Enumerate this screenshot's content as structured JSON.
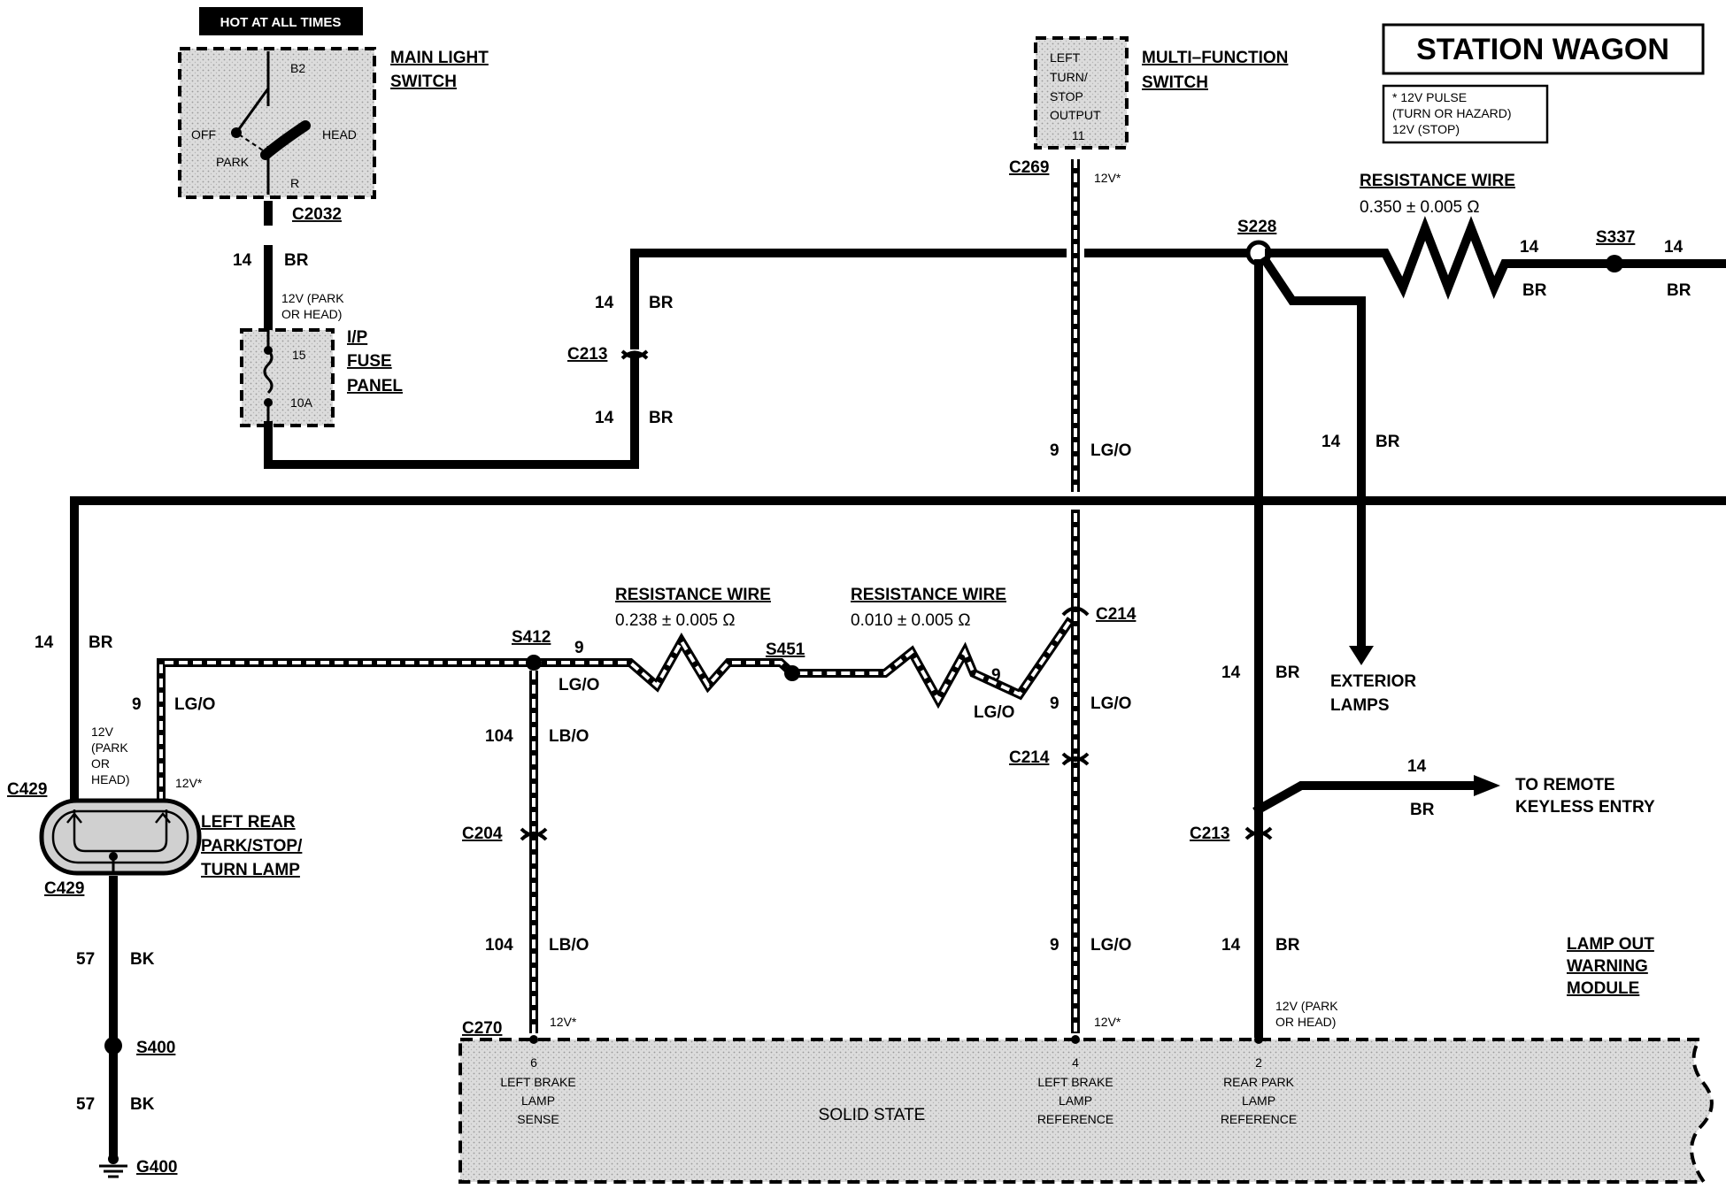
{
  "title": "STATION WAGON",
  "note": {
    "line1": "* 12V PULSE",
    "line2": "(TURN OR HAZARD)",
    "line3": "12V (STOP)"
  },
  "components": {
    "main_light_switch": {
      "header": "HOT AT ALL TIMES",
      "name_line1": "MAIN LIGHT",
      "name_line2": "SWITCH",
      "pin_b2": "B2",
      "pin_off": "OFF",
      "pin_head": "HEAD",
      "pin_park": "PARK",
      "pin_r": "R"
    },
    "fuse_panel": {
      "name_line1": "I/P",
      "name_line2": "FUSE",
      "name_line3": "PANEL",
      "fuse_number": "15",
      "fuse_rating": "10A"
    },
    "multi_function_switch": {
      "name_line1": "MULTI–FUNCTION",
      "name_line2": "SWITCH",
      "inner_line1": "LEFT",
      "inner_line2": "TURN/",
      "inner_line3": "STOP",
      "inner_line4": "OUTPUT",
      "pin": "11"
    },
    "left_rear_lamp": {
      "name_line1": "LEFT REAR",
      "name_line2": "PARK/STOP/",
      "name_line3": "TURN LAMP"
    },
    "lamp_out_module": {
      "name_line1": "LAMP OUT",
      "name_line2": "WARNING",
      "name_line3": "MODULE",
      "center_label": "SOLID STATE",
      "pin6_num": "6",
      "pin6_line1": "LEFT BRAKE",
      "pin6_line2": "LAMP",
      "pin6_line3": "SENSE",
      "pin4_num": "4",
      "pin4_line1": "LEFT BRAKE",
      "pin4_line2": "LAMP",
      "pin4_line3": "REFERENCE",
      "pin2_num": "2",
      "pin2_line1": "REAR PARK",
      "pin2_line2": "LAMP",
      "pin2_line3": "REFERENCE"
    },
    "exterior_lamps": {
      "line1": "EXTERIOR",
      "line2": "LAMPS"
    },
    "remote_keyless": {
      "line1": "TO REMOTE",
      "line2": "KEYLESS ENTRY"
    }
  },
  "resistance_wires": {
    "top": {
      "label": "RESISTANCE WIRE",
      "value": "0.350 ± 0.005 Ω"
    },
    "mid_left": {
      "label": "RESISTANCE WIRE",
      "value": "0.238 ± 0.005 Ω"
    },
    "mid_right": {
      "label": "RESISTANCE WIRE",
      "value": "0.010 ± 0.005 Ω"
    }
  },
  "connectors": {
    "c2032": "C2032",
    "c269": "C269",
    "c213_top": "C213",
    "c213_right": "C213",
    "c214_upper": "C214",
    "c214_lower": "C214",
    "c429_top": "C429",
    "c429_bottom": "C429",
    "c204": "C204",
    "c270": "C270"
  },
  "splices": {
    "s228": "S228",
    "s337": "S337",
    "s412": "S412",
    "s451": "S451",
    "s400": "S400",
    "g400": "G400"
  },
  "wire_labels": {
    "gauge_14": "14",
    "color_br": "BR",
    "gauge_9": "9",
    "color_lgo": "LG/O",
    "gauge_104": "104",
    "color_lbo": "LB/O",
    "gauge_57": "57",
    "color_bk": "BK"
  },
  "voltage_notes": {
    "v12_park_head_line1": "12V (PARK",
    "v12_park_head_line2": "OR HEAD)",
    "v12_star": "12V*",
    "lamp_12v_line1": "12V",
    "lamp_12v_line2": "(PARK",
    "lamp_12v_line3": "OR",
    "lamp_12v_line4": "HEAD)"
  }
}
